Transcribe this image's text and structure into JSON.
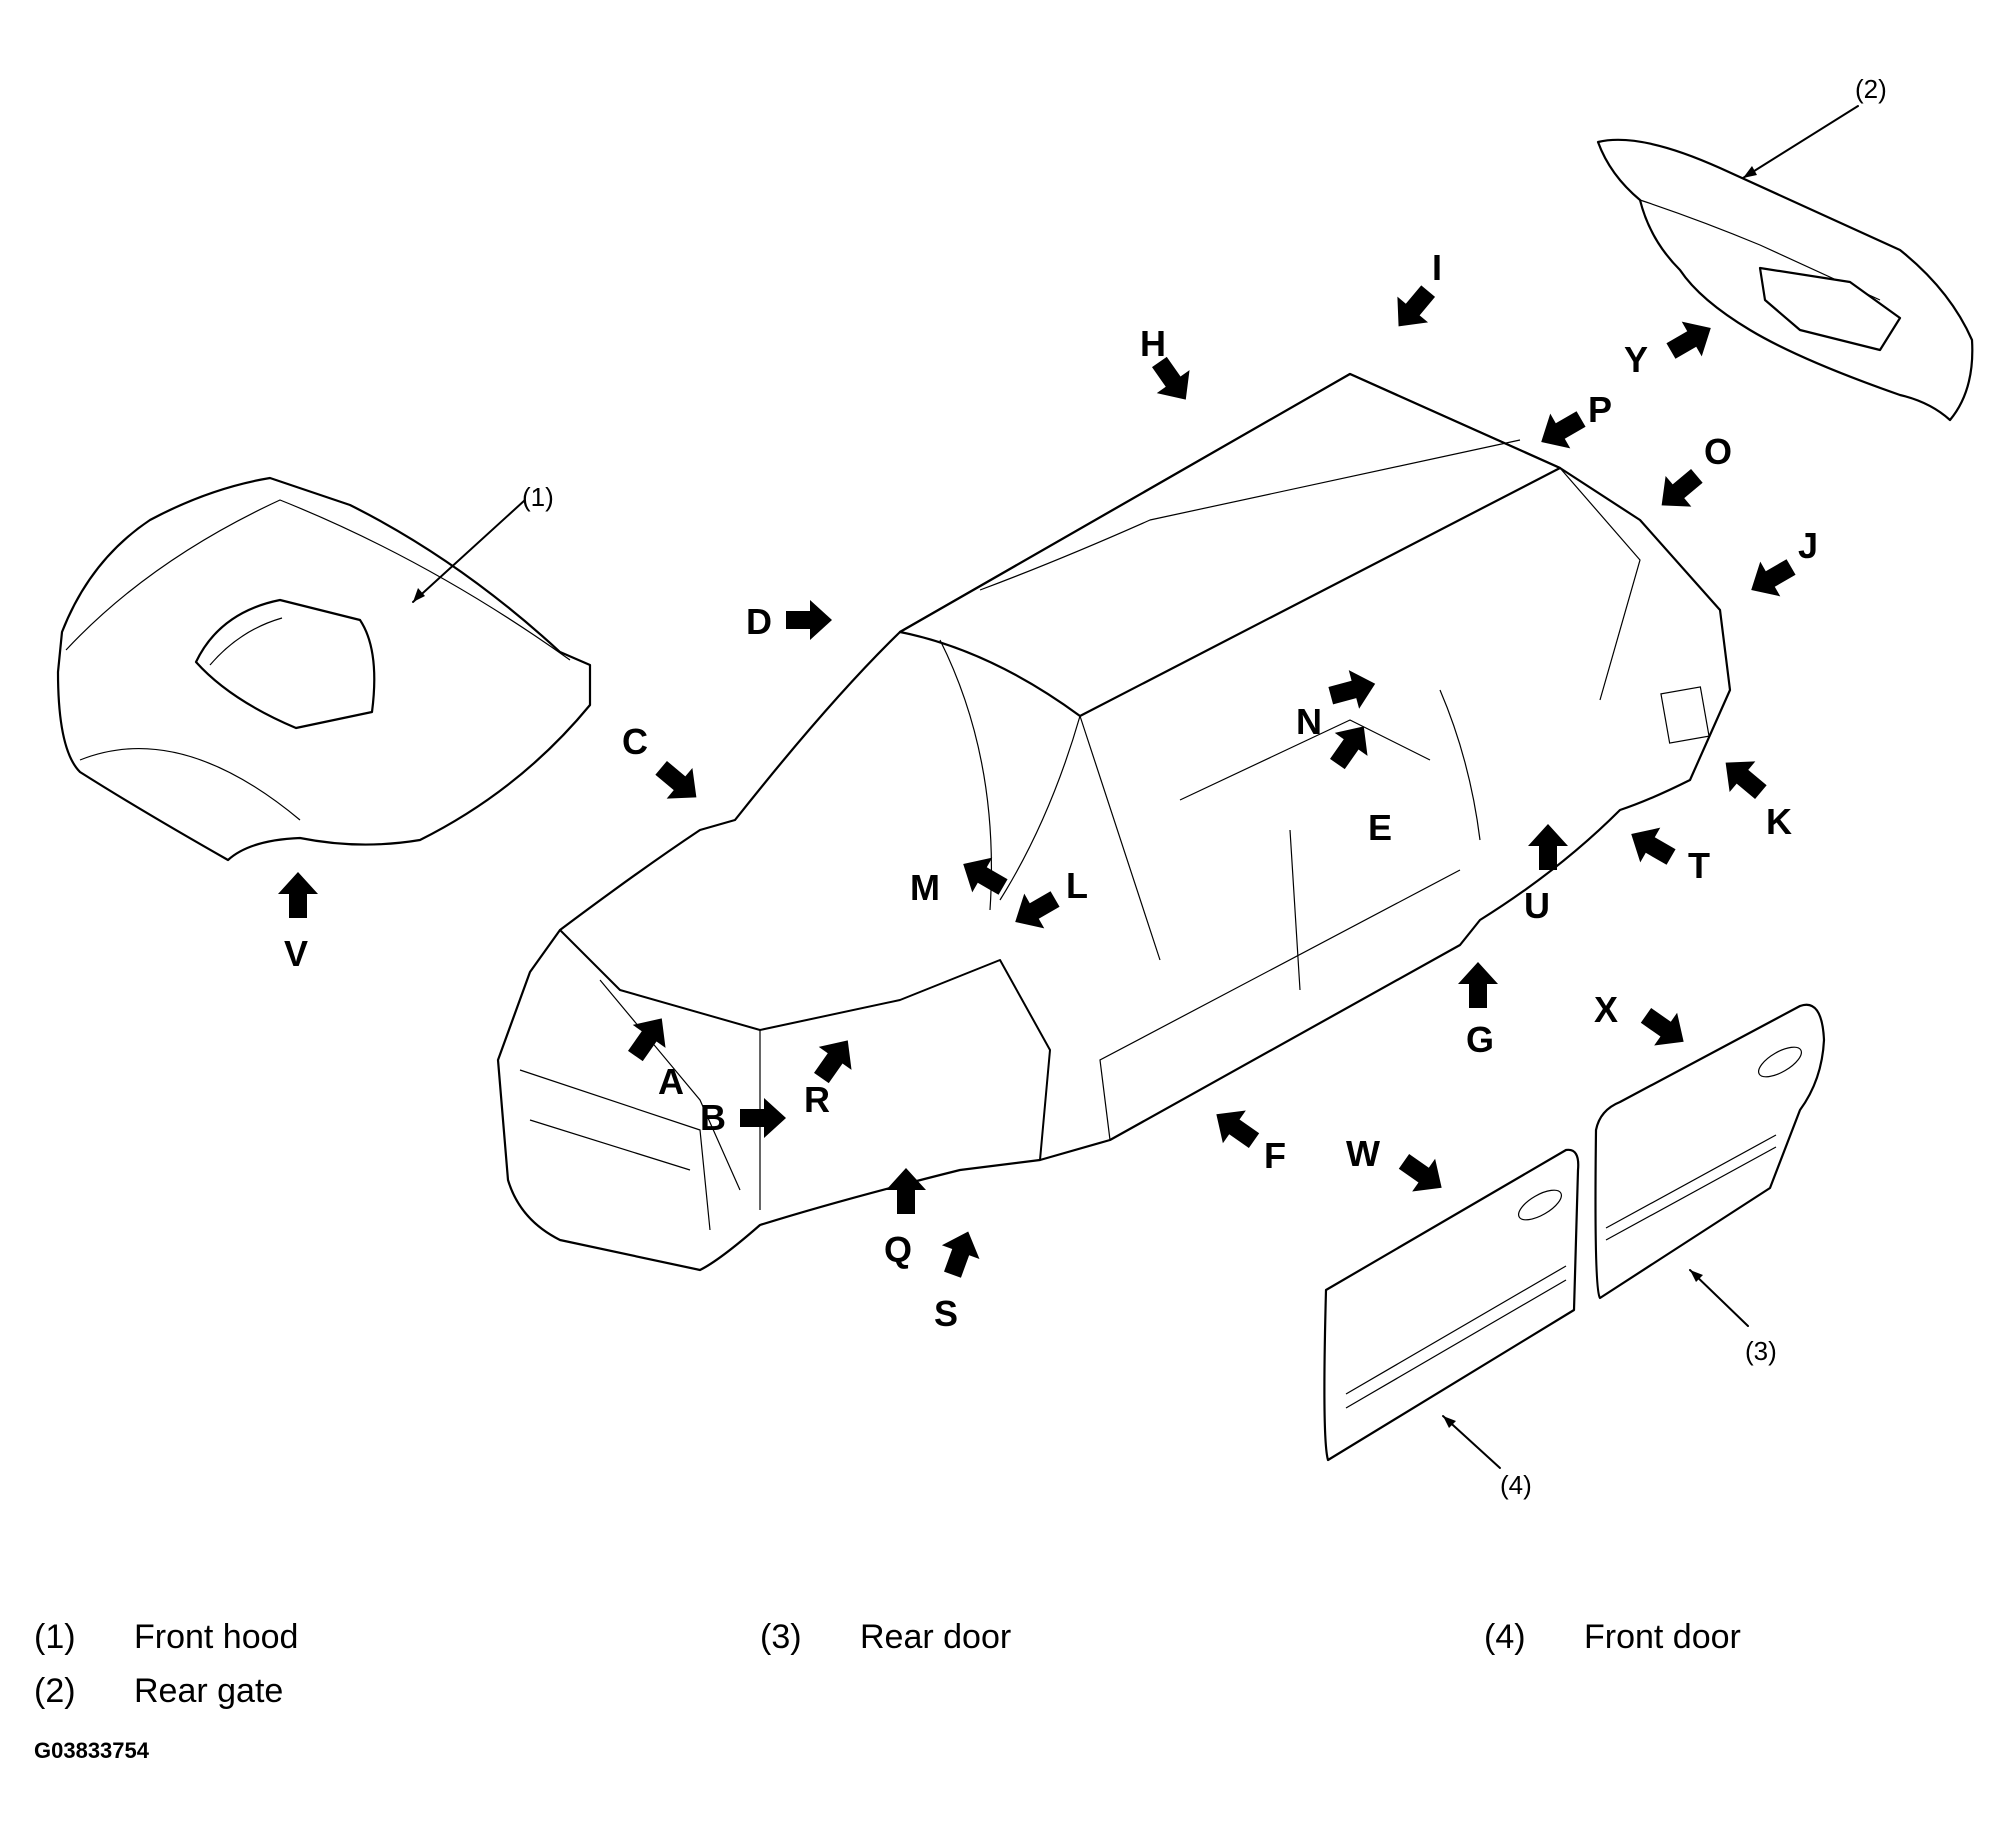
{
  "callouts": [
    {
      "id": "c1",
      "text": "(1)"
    },
    {
      "id": "c2",
      "text": "(2)"
    },
    {
      "id": "c3",
      "text": "(3)"
    },
    {
      "id": "c4",
      "text": "(4)"
    }
  ],
  "point_labels": [
    "A",
    "B",
    "C",
    "D",
    "E",
    "F",
    "G",
    "H",
    "I",
    "J",
    "K",
    "L",
    "M",
    "N",
    "O",
    "P",
    "Q",
    "R",
    "S",
    "T",
    "U",
    "V",
    "W",
    "X",
    "Y"
  ],
  "legend": [
    {
      "num": "(1)",
      "label": "Front hood"
    },
    {
      "num": "(2)",
      "label": "Rear gate"
    },
    {
      "num": "(3)",
      "label": "Rear door"
    },
    {
      "num": "(4)",
      "label": "Front door"
    }
  ],
  "figure_id": "G03833754"
}
